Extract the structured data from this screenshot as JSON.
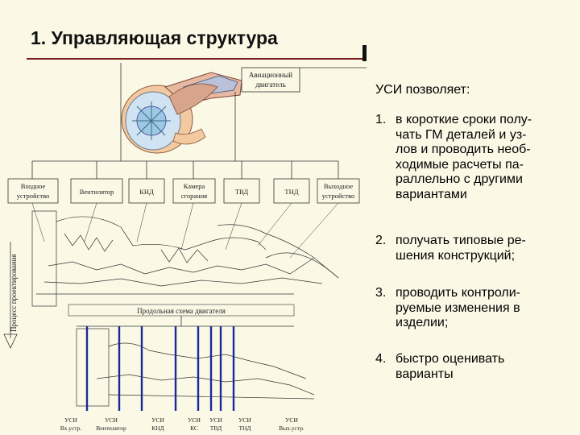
{
  "slide": {
    "title": "1. Управляющая структура"
  },
  "diagram": {
    "engine_label": [
      "Авиационный",
      "двигатель"
    ],
    "components": [
      {
        "lines": [
          "Входное",
          "устройство"
        ]
      },
      {
        "lines": [
          "Вентилятор"
        ]
      },
      {
        "lines": [
          "КНД"
        ]
      },
      {
        "lines": [
          "Камера",
          "сгорания"
        ]
      },
      {
        "lines": [
          "ТВД"
        ]
      },
      {
        "lines": [
          "ТНД"
        ]
      },
      {
        "lines": [
          "Выходное",
          "устройство"
        ]
      }
    ],
    "process_label": "Процесс проектирования",
    "longitudinal_label": "Продольная схема двигателя",
    "bottom_labels": [
      {
        "lines": [
          "УСИ",
          "Вх.устр."
        ]
      },
      {
        "lines": [
          "УСИ",
          "Вентилятор"
        ]
      },
      {
        "lines": [
          "УСИ",
          "КНД"
        ]
      },
      {
        "lines": [
          "УСИ",
          "КС"
        ]
      },
      {
        "lines": [
          "УСИ",
          "ТВД"
        ]
      },
      {
        "lines": [
          "УСИ",
          "ТНД"
        ]
      },
      {
        "lines": [
          "УСИ",
          "Вых.устр."
        ]
      }
    ]
  },
  "text_panel": {
    "intro": "УСИ позволяет:",
    "items": [
      {
        "num": "1.",
        "lines": [
          "в короткие сроки полу-",
          "чать ГМ деталей и уз-",
          "лов и проводить необ-",
          "ходимые расчеты па-",
          "раллельно с другими",
          "вариантами"
        ]
      },
      {
        "num": "2.",
        "lines": [
          "получать типовые ре-",
          "шения конструкций;"
        ]
      },
      {
        "num": "3.",
        "lines": [
          "проводить контроли-",
          "руемые изменения в",
          "изделии;"
        ]
      },
      {
        "num": "4.",
        "lines": [
          "быстро оценивать",
          "варианты"
        ]
      }
    ]
  }
}
